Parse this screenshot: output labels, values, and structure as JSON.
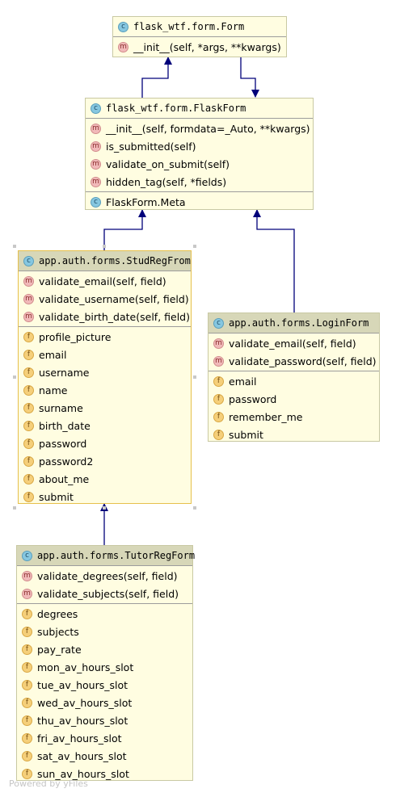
{
  "classes": {
    "form": {
      "name": "flask_wtf.form.Form",
      "methods": [
        "__init__(self, *args, **kwargs)"
      ]
    },
    "flaskform": {
      "name": "flask_wtf.form.FlaskForm",
      "methods": [
        "__init__(self, formdata=_Auto, **kwargs)",
        "is_submitted(self)",
        "validate_on_submit(self)",
        "hidden_tag(self, *fields)"
      ],
      "inner": [
        "FlaskForm.Meta"
      ]
    },
    "studreg": {
      "name": "app.auth.forms.StudRegFrom",
      "methods": [
        "validate_email(self, field)",
        "validate_username(self, field)",
        "validate_birth_date(self, field)"
      ],
      "fields": [
        "profile_picture",
        "email",
        "username",
        "name",
        "surname",
        "birth_date",
        "password",
        "password2",
        "about_me",
        "submit"
      ]
    },
    "login": {
      "name": "app.auth.forms.LoginForm",
      "methods": [
        "validate_email(self, field)",
        "validate_password(self, field)"
      ],
      "fields": [
        "email",
        "password",
        "remember_me",
        "submit"
      ]
    },
    "tutorreg": {
      "name": "app.auth.forms.TutorRegForm",
      "methods": [
        "validate_degrees(self, field)",
        "validate_subjects(self, field)"
      ],
      "fields": [
        "degrees",
        "subjects",
        "pay_rate",
        "mon_av_hours_slot",
        "tue_av_hours_slot",
        "wed_av_hours_slot",
        "thu_av_hours_slot",
        "fri_av_hours_slot",
        "sat_av_hours_slot",
        "sun_av_hours_slot"
      ]
    }
  },
  "icons": {
    "class": "c",
    "method": "m",
    "field": "f"
  },
  "colors": {
    "node_fill": "#fffde1",
    "edge": "#00007a",
    "selected_border": "#e6c04c"
  },
  "footer": "Powered by yFiles"
}
